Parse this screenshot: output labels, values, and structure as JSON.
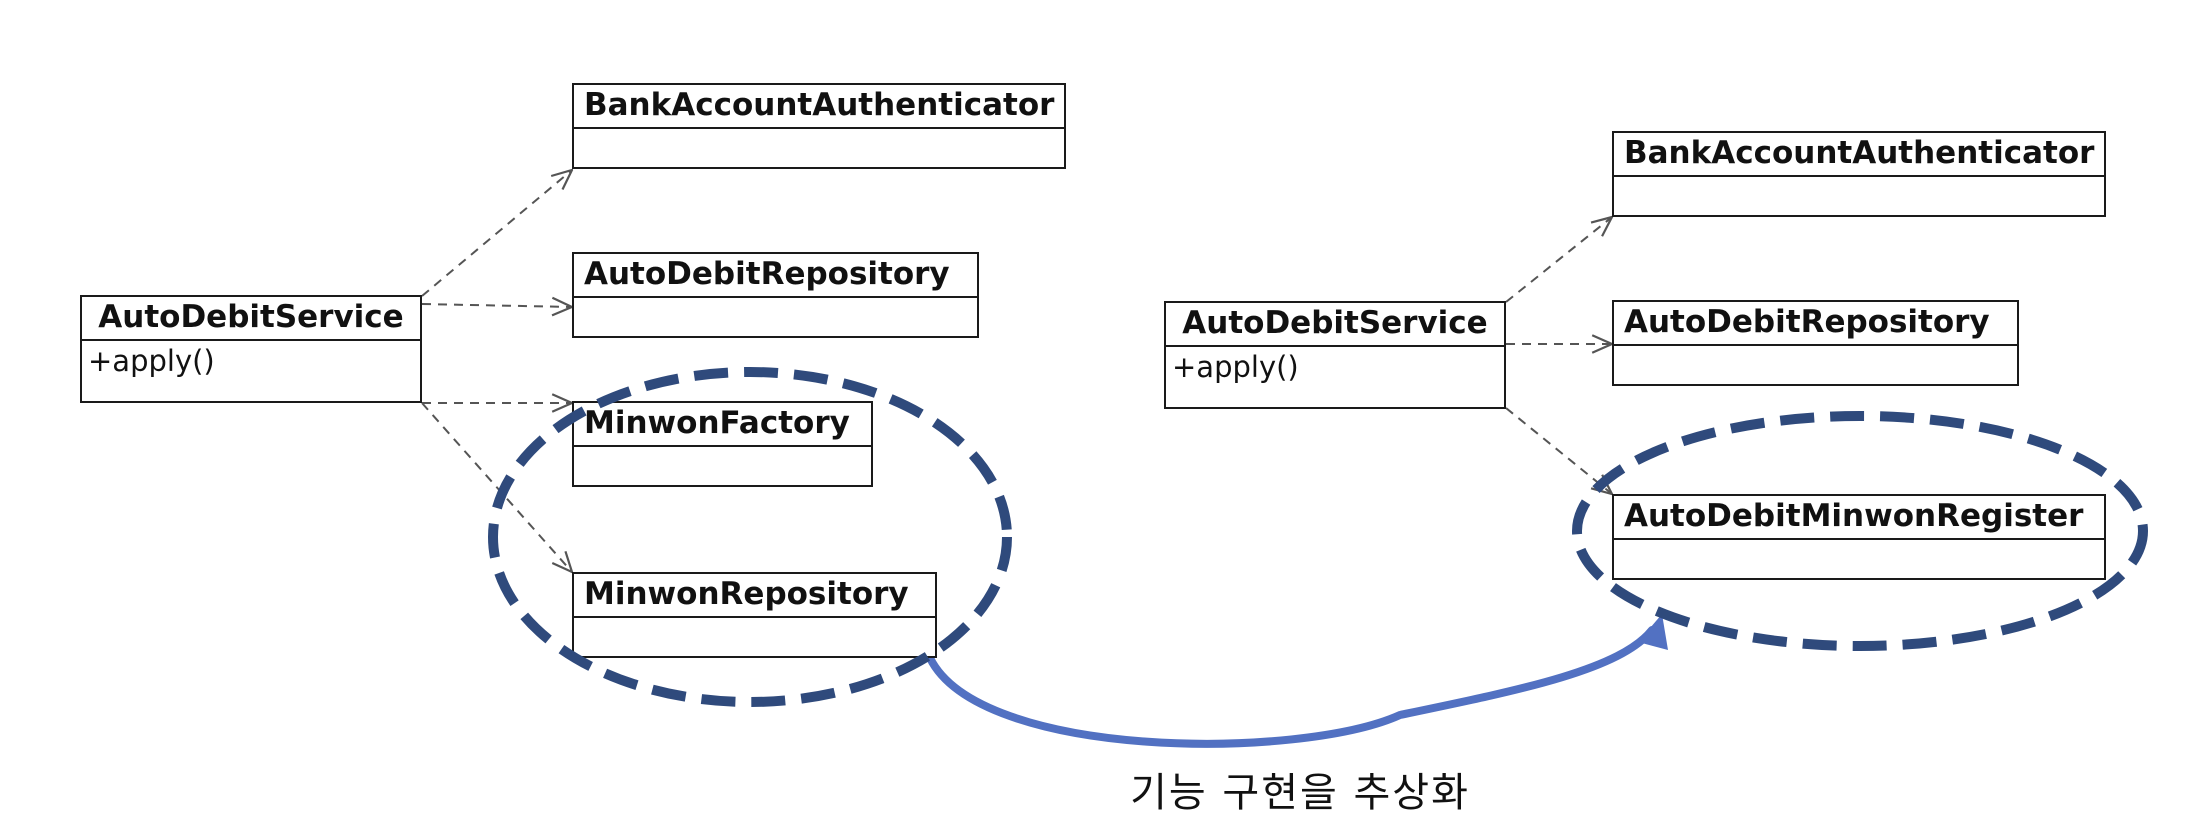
{
  "left_diagram": {
    "service": {
      "name": "AutoDebitService",
      "operation": "+apply()"
    },
    "bank_auth": {
      "name": "BankAccountAuthenticator"
    },
    "auto_debit_repo": {
      "name": "AutoDebitRepository"
    },
    "minwon_factory": {
      "name": "MinwonFactory"
    },
    "minwon_repo": {
      "name": "MinwonRepository"
    }
  },
  "right_diagram": {
    "service": {
      "name": "AutoDebitService",
      "operation": "+apply()"
    },
    "bank_auth": {
      "name": "BankAccountAuthenticator"
    },
    "auto_debit_repo": {
      "name": "AutoDebitRepository"
    },
    "minwon_register": {
      "name": "AutoDebitMinwonRegister"
    }
  },
  "caption": "기능 구현을 추상화",
  "colors": {
    "highlight_ellipse": "#2f4a7c",
    "abstraction_arrow": "#5271c2",
    "dependency_line": "#555555",
    "box_border": "#1a1a1a"
  }
}
